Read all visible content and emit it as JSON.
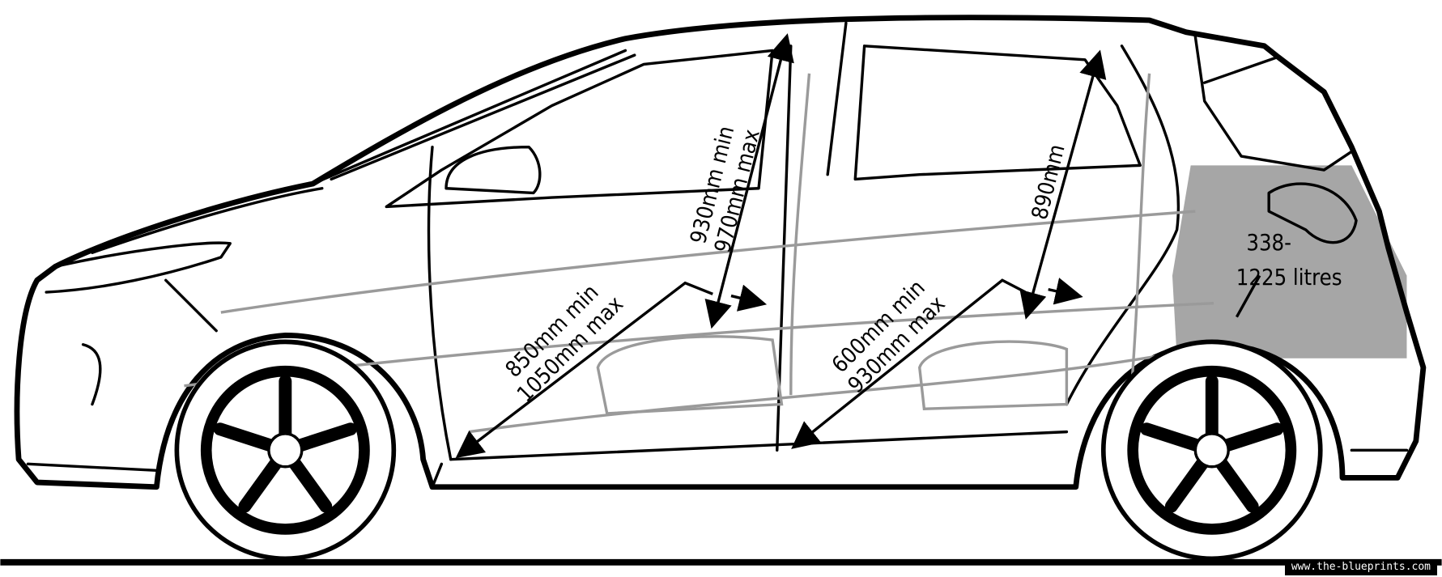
{
  "diagram": {
    "labels": {
      "front_headroom": [
        "930mm min",
        "970mm max"
      ],
      "rear_headroom": [
        "890mm"
      ],
      "front_legroom": [
        "850mm min",
        "1050mm max"
      ],
      "rear_legroom": [
        "600mm min",
        "930mm max"
      ],
      "boot_volume": [
        "338-",
        "1225 litres"
      ]
    },
    "watermark": "www.the-blueprints.com",
    "colors": {
      "boot_fill": "#a6a6a6",
      "line": "#000000"
    }
  }
}
